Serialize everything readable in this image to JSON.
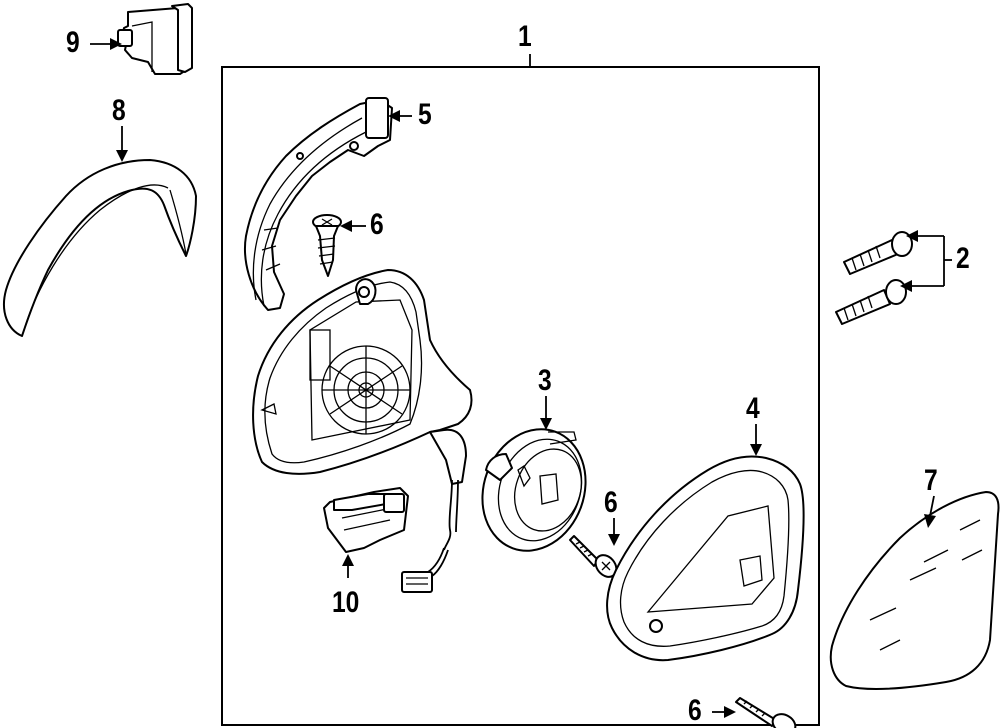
{
  "diagram": {
    "callouts": [
      {
        "id": "c1",
        "label": "1"
      },
      {
        "id": "c2",
        "label": "2"
      },
      {
        "id": "c3",
        "label": "3"
      },
      {
        "id": "c4",
        "label": "4"
      },
      {
        "id": "c5",
        "label": "5"
      },
      {
        "id": "c6a",
        "label": "6"
      },
      {
        "id": "c6b",
        "label": "6"
      },
      {
        "id": "c6c",
        "label": "6"
      },
      {
        "id": "c7",
        "label": "7"
      },
      {
        "id": "c8",
        "label": "8"
      },
      {
        "id": "c9",
        "label": "9"
      },
      {
        "id": "c10",
        "label": "10"
      }
    ]
  }
}
